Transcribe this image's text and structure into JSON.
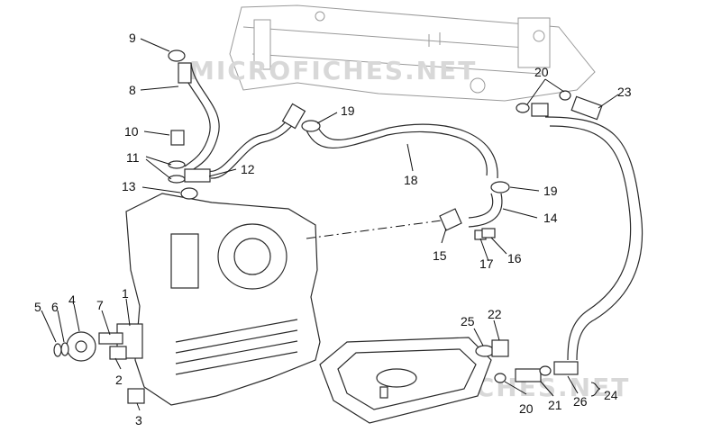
{
  "watermark": "MICROFICHES.NET",
  "colors": {
    "ink": "#111111",
    "outline": "#2a2a2a",
    "frame": "#9a9a9a",
    "watermark": "#d8d8d8"
  },
  "labels": {
    "l1": "1",
    "l2": "2",
    "l3": "3",
    "l4": "4",
    "l5": "5",
    "l6": "6",
    "l7": "7",
    "l8": "8",
    "l9": "9",
    "l10": "10",
    "l11": "11",
    "l12": "12",
    "l13": "13",
    "l14": "14",
    "l15": "15",
    "l16": "16",
    "l17": "17",
    "l18": "18",
    "l19a": "19",
    "l19b": "19",
    "l20a": "20",
    "l20b": "20",
    "l21": "21",
    "l22": "22",
    "l23": "23",
    "l24": "24",
    "l25": "25",
    "l26": "26"
  }
}
